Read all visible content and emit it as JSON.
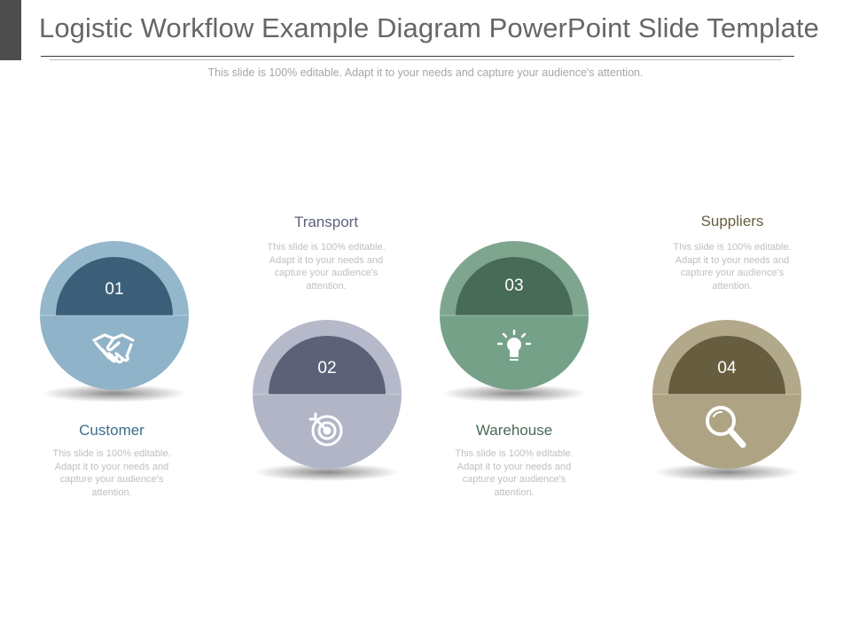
{
  "slide": {
    "title": "Logistic Workflow Example Diagram PowerPoint Slide Template",
    "subtitle": "This slide is 100% editable. Adapt it to your needs and capture your audience's attention."
  },
  "steps": [
    {
      "number": "01",
      "label": "Customer",
      "icon": "handshake-icon",
      "color_light": "#8fb3c8",
      "color_dark": "#3b5f78",
      "label_color": "#3d6e8a",
      "description": "This slide is 100% editable. Adapt it to your needs and capture your audience's attention."
    },
    {
      "number": "02",
      "label": "Transport",
      "icon": "target-icon",
      "color_light": "#b1b5c6",
      "color_dark": "#5c6178",
      "label_color": "#5c6178",
      "description": "This slide is 100% editable. Adapt it to your needs and capture your audience's attention."
    },
    {
      "number": "03",
      "label": "Warehouse",
      "icon": "lightbulb-icon",
      "color_light": "#76a189",
      "color_dark": "#476b57",
      "label_color": "#476b57",
      "description": "This slide is 100% editable. Adapt it to your needs and capture your audience's attention."
    },
    {
      "number": "04",
      "label": "Suppliers",
      "icon": "magnifier-icon",
      "color_light": "#aea383",
      "color_dark": "#675e40",
      "label_color": "#675e40",
      "description": "This slide is 100% editable. Adapt it to your needs and capture your audience's attention."
    }
  ]
}
